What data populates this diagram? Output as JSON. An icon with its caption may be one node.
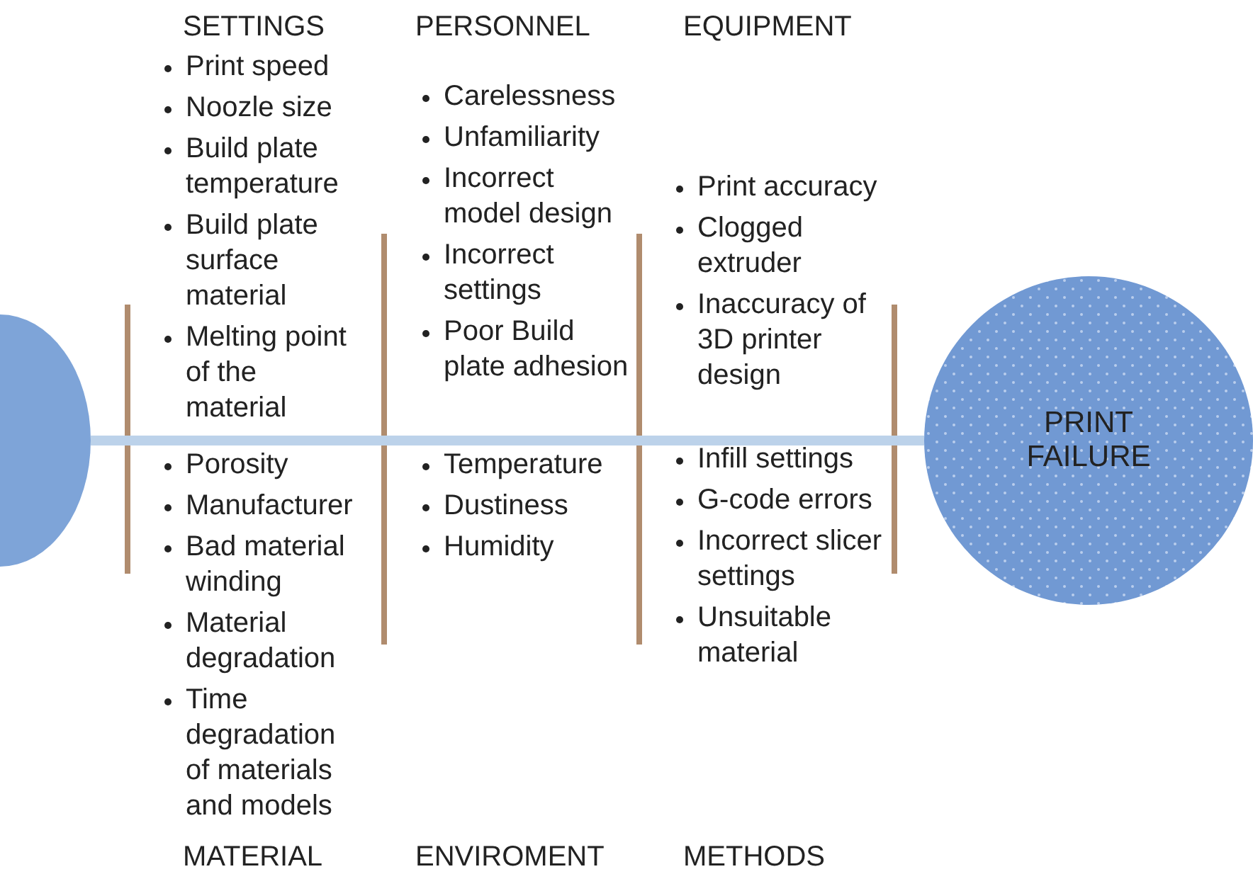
{
  "diagram": {
    "nodes": [
      {
        "text": [],
        "shape": "semicircle"
      },
      {
        "text": [
          "PRINT FAILURE"
        ]
      }
    ],
    "edges": [
      {
        "from": 0,
        "to": 1,
        "arrow": "none"
      }
    ],
    "labels": [
      "SETTINGS",
      "PERSONNEL",
      "EQUIPMENT",
      "Print speed",
      "Noozle size",
      "Build plate temperature",
      "Build plate surface material",
      "Melting point of the material",
      "Carelessness",
      "Unfamiliarity",
      "Incorrect model design",
      "Incorrect settings",
      "Poor Build plate adhesion",
      "Print accuracy",
      "Clogged extruder",
      "Inaccuracy of 3D printer design",
      "Porosity",
      "Manufacturer",
      "Bad material winding",
      "Material degradation",
      "Time degradation of materials and models",
      "Temperature",
      "Dustiness",
      "Humidity",
      "Infill settings",
      "G-code errors",
      "Incorrect slicer settings",
      "Unsuitable material",
      "MATERIAL",
      "ENVIROMENT",
      "METHODS"
    ]
  }
}
